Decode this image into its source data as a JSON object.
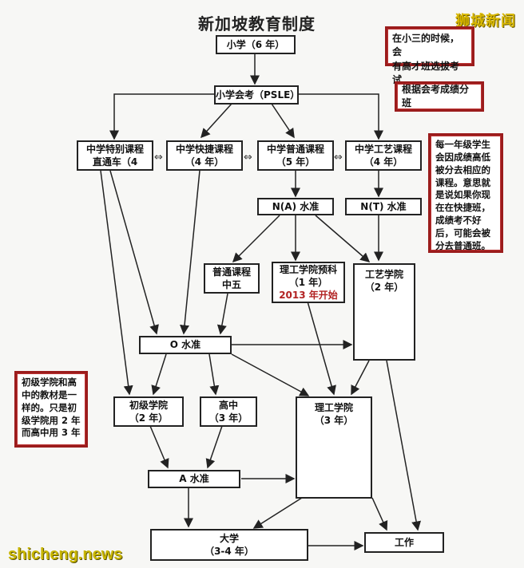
{
  "title": "新加坡教育制度",
  "watermark_top": "狮城新闻",
  "watermark_bottom": "shicheng.news",
  "nodes": {
    "primary": "小学（6 年）",
    "psle": "小学会考（PSLE）",
    "special_line1": "中学特别课程",
    "special_line2": "直通车（4",
    "express_line1": "中学快捷课程",
    "express_line2": "（4 年）",
    "normal_line1": "中学普通课程",
    "normal_line2": "（5 年）",
    "technical_line1": "中学工艺课程",
    "technical_line2": "（4 年）",
    "na_level": "N(A) 水准",
    "nt_level": "N(T) 水准",
    "sec5_line1": "普通课程",
    "sec5_line2": "中五",
    "poly_foundation_line1": "理工学院预科",
    "poly_foundation_line2": "（1 年）",
    "poly_foundation_line3": "2013 年开始",
    "ite_line1": "工艺学院",
    "ite_line2": "（2 年）",
    "o_level": "O 水准",
    "jc_line1": "初级学院",
    "jc_line2": "（2 年）",
    "hs_line1": "高中",
    "hs_line2": "（3 年）",
    "poly_line1": "理工学院",
    "poly_line2": "（3 年）",
    "a_level": "A 水准",
    "uni_line1": "大学",
    "uni_line2": "（3-4 年）",
    "work": "工作"
  },
  "notes": {
    "gifted_line1": "在小三的时候，会",
    "gifted_line2": "有高才班选拔考试",
    "streaming": "根据会考成绩分班",
    "annual_line1": "每一年级学生",
    "annual_line2": "会因成绩高低",
    "annual_line3": "被分去相应的",
    "annual_line4": "课程。意思就",
    "annual_line5": "是说如果你现",
    "annual_line6": "在在快捷班，",
    "annual_line7": "成绩考不好",
    "annual_line8": "后，可能会被",
    "annual_line9": "分去普通班。",
    "jc_line1": "初级学院和高",
    "jc_line2": "中的教材是一",
    "jc_line3": "样的。只是初",
    "jc_line4": "级学院用 2 年",
    "jc_line5": "而高中用 3 年"
  },
  "colors": {
    "note_border": "#9b1c1c",
    "accent_red": "#b22222",
    "watermark": "#d9b800"
  }
}
